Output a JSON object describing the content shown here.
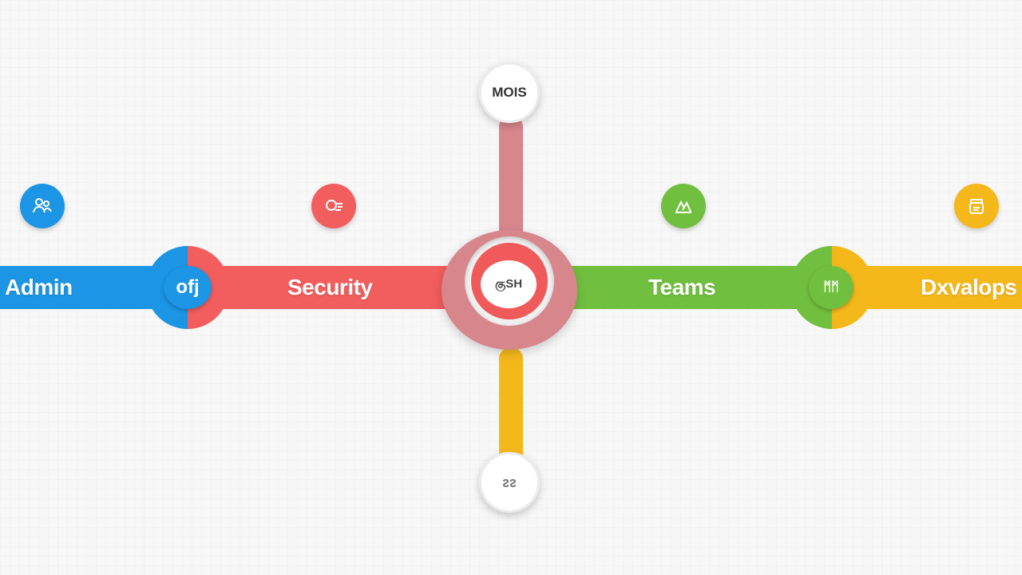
{
  "colors": {
    "blue": "#1c95e4",
    "red": "#f25d5d",
    "green": "#71bf3f",
    "yellow": "#f5b81b",
    "hub": "#d7868c"
  },
  "nodes": {
    "top": "MOIS",
    "center": "குSH",
    "bottom": "ᴤᴤ"
  },
  "branches": [
    {
      "label": "Admin",
      "icon": "people-icon"
    },
    {
      "label": "Security",
      "icon": "shield-icon"
    },
    {
      "label": "Teams",
      "icon": "team-icon"
    },
    {
      "label": "Dxvalops",
      "icon": "jar-icon"
    }
  ],
  "joints": {
    "left": "ofj",
    "right": "ᛗᛗ"
  }
}
